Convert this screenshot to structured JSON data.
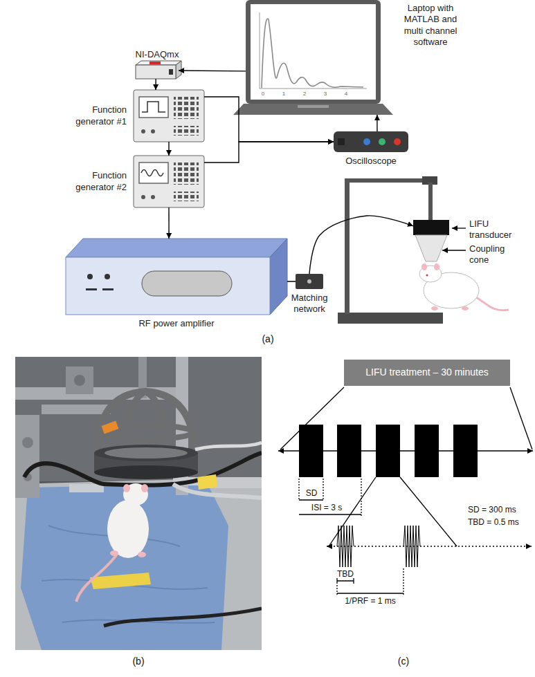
{
  "diagram": {
    "nodes": [
      {
        "text": [
          "Laptop with MATLAB and multi channel software"
        ]
      },
      {
        "text": [
          "NI-DAQmx"
        ]
      },
      {
        "text": [
          "Function generator #1"
        ]
      },
      {
        "text": [
          "Function generator #2"
        ]
      },
      {
        "text": [
          "Oscilloscope"
        ]
      },
      {
        "text": [
          "RF power amplifier"
        ]
      },
      {
        "text": [
          "Matching network"
        ]
      },
      {
        "text": [
          "LIFU transducer"
        ]
      },
      {
        "text": [
          "LIFU treatment – 30 minutes"
        ]
      }
    ],
    "edges": [
      {
        "from": 0,
        "to": 1,
        "arrow": "to"
      },
      {
        "from": 1,
        "to": 2,
        "arrow": "to"
      },
      {
        "from": 2,
        "to": 3,
        "arrow": "to"
      },
      {
        "from": 3,
        "to": 5,
        "arrow": "to"
      },
      {
        "from": 2,
        "to": 4,
        "arrow": "to"
      },
      {
        "from": 3,
        "to": 4,
        "arrow": "to"
      },
      {
        "from": 4,
        "to": 0,
        "arrow": "to"
      },
      {
        "from": 5,
        "to": 6,
        "arrow": "none"
      },
      {
        "from": 6,
        "to": 7,
        "arrow": "to"
      }
    ],
    "labels": [
      "0",
      "1",
      "2",
      "3",
      "4",
      "Coupling cone",
      "(a)",
      "(b)",
      "(c)",
      "SD",
      "ISI = 3 s",
      "SD = 300 ms",
      "TBD = 0.5 ms",
      "TBD",
      "1/PRF = 1 ms"
    ]
  }
}
